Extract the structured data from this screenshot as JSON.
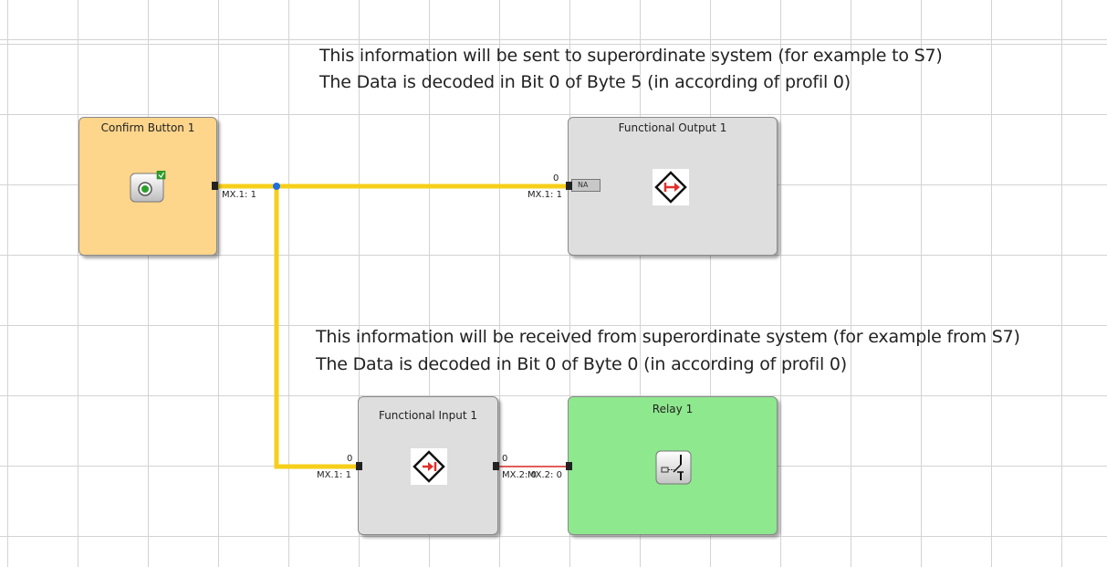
{
  "notes": {
    "output_line1": "This information will be sent to superordinate system (for example to S7)",
    "output_line2": "The Data is decoded in Bit 0 of Byte 5 (in according of profil 0)",
    "input_line1": "This information will be received from superordinate system (for example from S7)",
    "input_line2": "The Data is decoded in Bit 0 of Byte 0 (in according of profil 0)"
  },
  "blocks": {
    "confirm_button": {
      "title": "Confirm Button 1",
      "port_out": "MX.1: 1",
      "icon": "push-button-icon"
    },
    "functional_output": {
      "title": "Functional Output 1",
      "port_in_top": "0",
      "port_in": "MX.1: 1",
      "tag": "NA",
      "icon": "functional-output-diamond-icon"
    },
    "functional_input": {
      "title": "Functional Input 1",
      "port_in_top": "0",
      "port_in": "MX.1: 1",
      "port_out_top": "0",
      "port_out": "MX.2: 0",
      "icon": "functional-input-diamond-icon"
    },
    "relay": {
      "title": "Relay 1",
      "port_in": "MX.2: 0",
      "icon": "relay-switch-icon"
    }
  },
  "colors": {
    "wire_active": "#f5cf1a",
    "wire_inactive": "#e0302a",
    "junction": "#1f6fe0",
    "confirm_block": "#fdd58b",
    "function_block": "#dedede",
    "relay_block": "#8ee88e"
  }
}
